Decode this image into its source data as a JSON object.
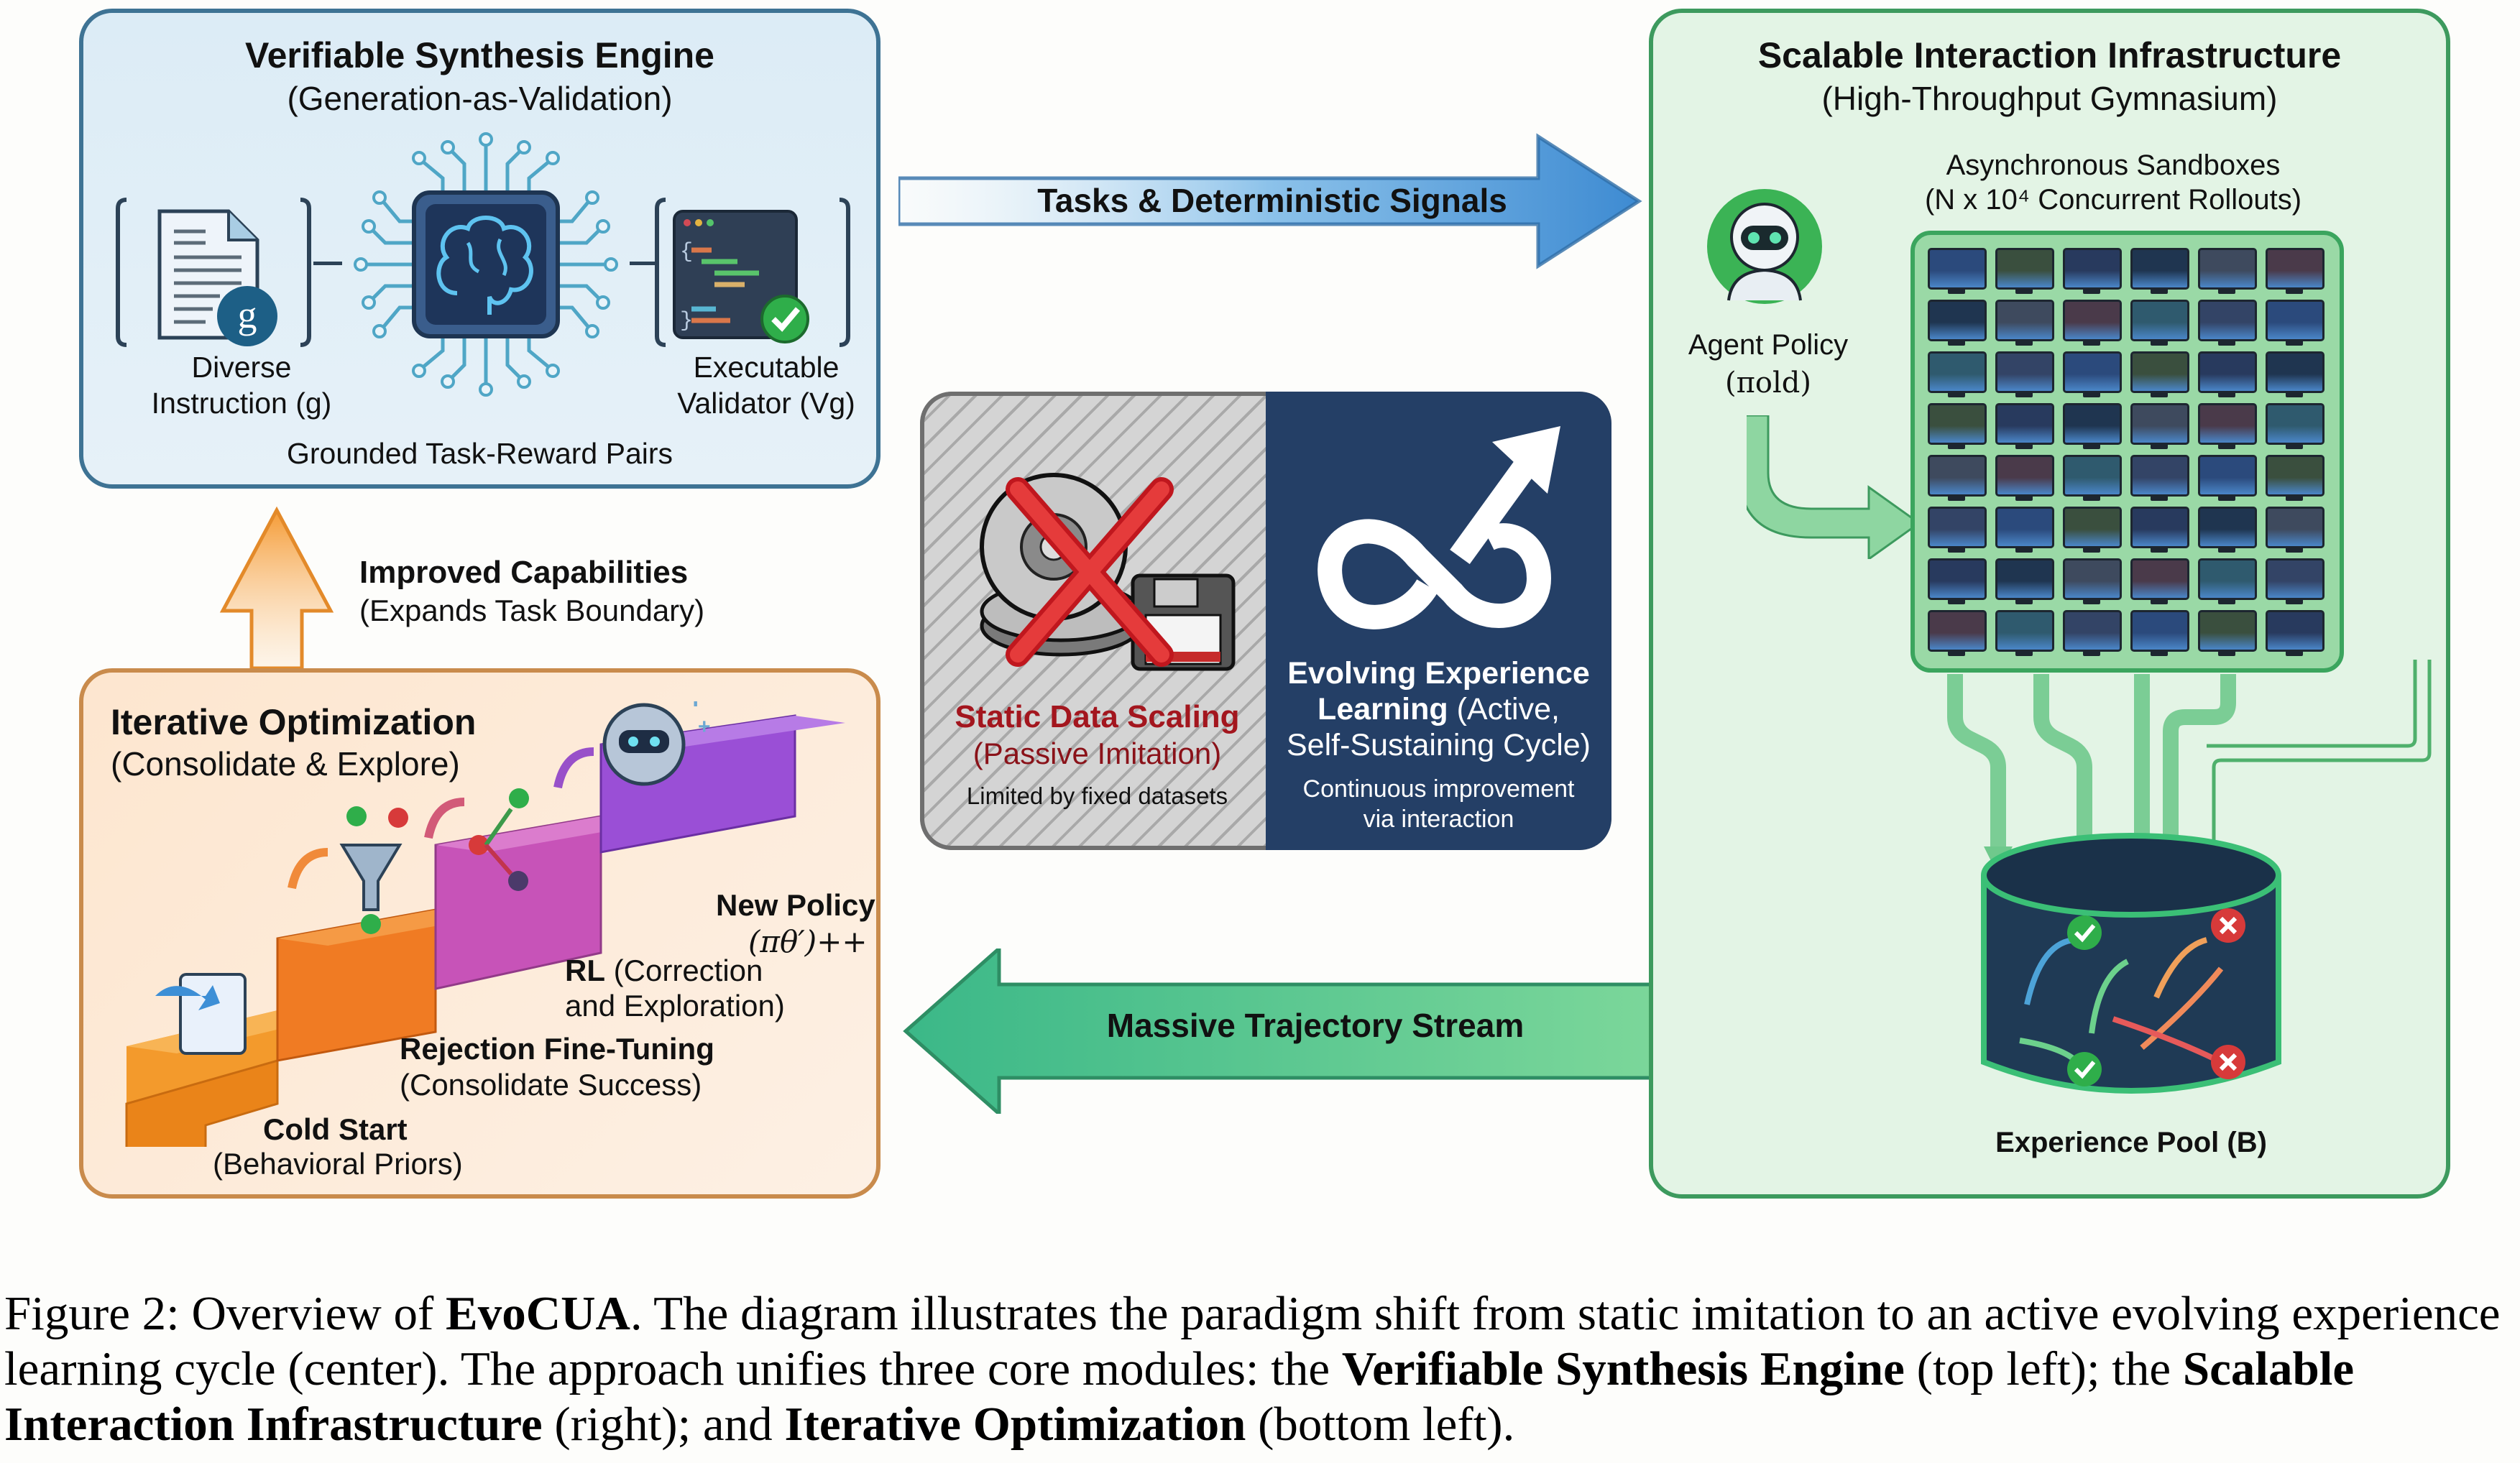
{
  "figure": {
    "verifiable_synthesis_engine": {
      "title": "Verifiable Synthesis Engine",
      "subtitle": "(Generation-as-Validation)",
      "instruction_label_line1": "Diverse",
      "instruction_label_line2": "Instruction (g)",
      "instruction_badge": "g",
      "validator_label_line1": "Executable",
      "validator_label_line2": "Validator (Vg)",
      "footer": "Grounded Task-Reward Pairs",
      "icons": [
        "document-icon",
        "brain-chip-icon",
        "code-window-icon",
        "check-badge-icon"
      ]
    },
    "arrow_top": {
      "label": "Tasks & Deterministic Signals",
      "color": "#4a90d9"
    },
    "arrow_up": {
      "label": "Improved Capabilities",
      "sublabel": "(Expands Task Boundary)",
      "color": "#f5a144"
    },
    "arrow_bottom": {
      "label": "Massive Trajectory Stream",
      "color": "#3fbf83"
    },
    "paradigm": {
      "static": {
        "title_line1": "Static Data Scaling",
        "title_line2": "(Passive Imitation)",
        "note": "Limited by fixed datasets",
        "color": "#a3161e"
      },
      "evolving": {
        "title_bold_line1": "Evolving Experience",
        "title_bold_line2": "Learning",
        "title_rest_line2": " (Active,",
        "title_line3": "Self-Sustaining Cycle)",
        "note_line1": "Continuous improvement",
        "note_line2": "via interaction"
      }
    },
    "scalable_interaction_infrastructure": {
      "title": "Scalable Interaction Infrastructure",
      "subtitle": "(High-Throughput Gymnasium)",
      "sandboxes_label": "Asynchronous Sandboxes",
      "sandboxes_sublabel": "(N x 10⁴ Concurrent Rollouts)",
      "grid": {
        "rows": 8,
        "cols": 6
      },
      "agent_label": "Agent Policy",
      "agent_sublabel": "(πold)",
      "pool_label": "Experience Pool (B)"
    },
    "iterative_optimization": {
      "title": "Iterative Optimization",
      "subtitle": "(Consolidate & Explore)",
      "stages": [
        {
          "name": "Cold Start",
          "desc": "(Behavioral Priors)",
          "color": "#f39a2c"
        },
        {
          "name": "Rejection Fine-Tuning",
          "desc": "(Consolidate Success)",
          "color": "#f07b23"
        },
        {
          "name": "RL",
          "desc_line1": " (Correction",
          "desc_line2": "and Exploration)",
          "color": "#c753b8"
        },
        {
          "name": "New Policy",
          "desc": "(πθ′)++",
          "color": "#9a4fd6"
        }
      ]
    }
  },
  "caption": {
    "prefix": "Figure 2: Overview of ",
    "name": "EvoCUA",
    "text1": ". The diagram illustrates the paradigm shift from static imitation to an active evolving experience learning cycle (center). The approach unifies three core modules: the ",
    "m1": "Verifiable Synthesis Engine",
    "text2": " (top left); the ",
    "m2": "Scalable Interaction Infrastructure",
    "text3": " (right); and ",
    "m3": "Iterative Optimization",
    "text4": " (bottom left)."
  }
}
